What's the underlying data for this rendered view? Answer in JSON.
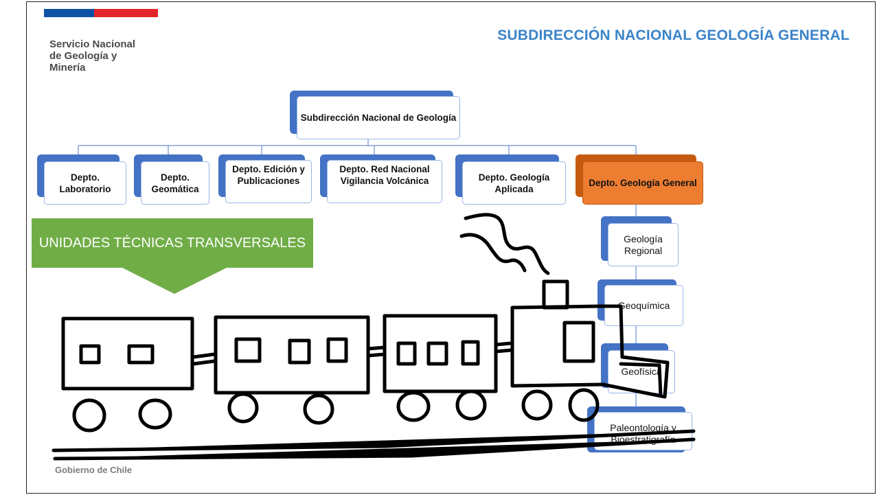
{
  "header": {
    "agency_lines": [
      "Servicio Nacional",
      "de Geología y",
      "Minería"
    ],
    "title": "SUBDIRECCIÓN NACIONAL GEOLOGÍA GENERAL"
  },
  "org_chart": {
    "root": "Subdirección Nacional de Geología",
    "departments": [
      "Depto. Laboratorio",
      "Depto. Geomática",
      "Depto. Edición y Publicaciones",
      "Depto. Red Nacional Vigilancia Volcánica",
      "Depto. Geología Aplicada",
      "Depto. Geología General"
    ],
    "sub_units": [
      "Geología Regional",
      "Geoquímica",
      "Geofísica",
      "Paleontología y Bioestratigrafía"
    ]
  },
  "banner": {
    "label": "UNIDADES TÉCNICAS TRANSVERSALES"
  },
  "footer": {
    "text": "Gobierno de Chile"
  },
  "colors": {
    "node_blue": "#4472c4",
    "highlight_orange": "#ed7d31",
    "banner_green": "#70ad47",
    "title_blue": "#3b83c9"
  }
}
